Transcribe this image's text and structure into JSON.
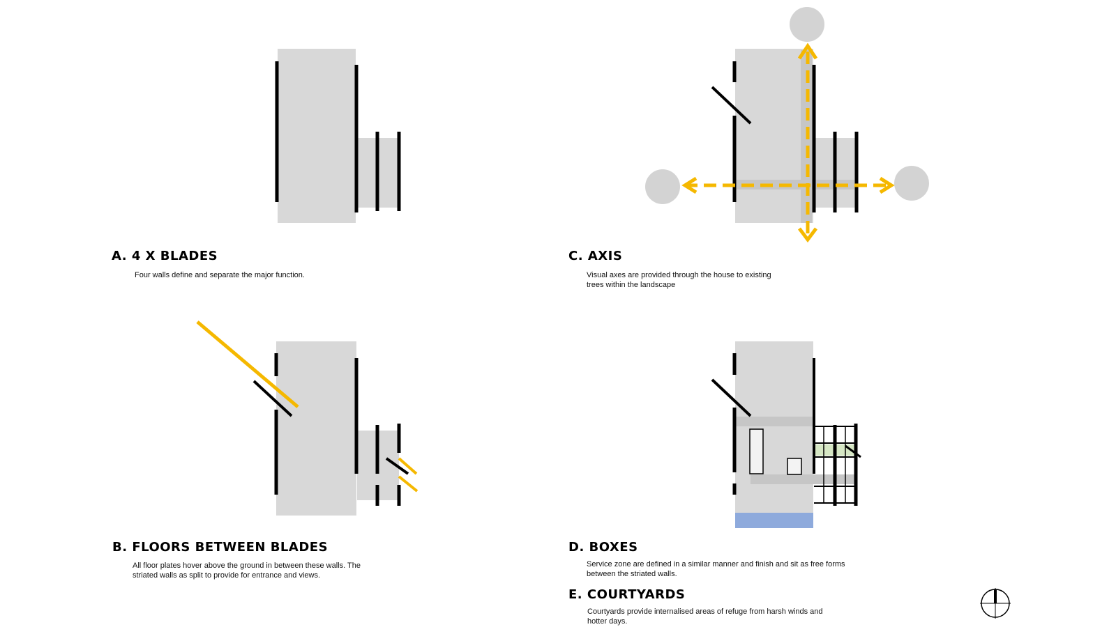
{
  "colors": {
    "slab": "#d8d8d8",
    "slab_dark": "#c6c6c6",
    "wall": "#000000",
    "accent": "#f5b800",
    "tree": "#d3d3d3",
    "water": "#8eaadc",
    "courtyard_green": "#d6e7c4",
    "box_fill": "#f3f3f3"
  },
  "sections": {
    "a": {
      "title": "A. 4 X BLADES",
      "desc": [
        "Four walls define and separate the major function."
      ]
    },
    "b": {
      "title": "B. FLOORS BETWEEN BLADES",
      "desc": [
        "All floor plates hover above the ground in between these walls. The",
        "striated walls as split to provide for entrance and views."
      ]
    },
    "c": {
      "title": "C. AXIS",
      "desc": [
        "Visual axes are provided through the house to existing",
        "trees within the landscape"
      ]
    },
    "d": {
      "title": "D. BOXES",
      "desc": [
        "Service zone are defined in a similar manner and finish and sit as free forms",
        "between the striated walls."
      ]
    },
    "e": {
      "title": "E. COURTYARDS",
      "desc": [
        "Courtyards provide internalised areas of refuge from harsh winds and",
        "hotter days."
      ]
    }
  },
  "icons": {
    "north": "north-arrow-icon"
  }
}
